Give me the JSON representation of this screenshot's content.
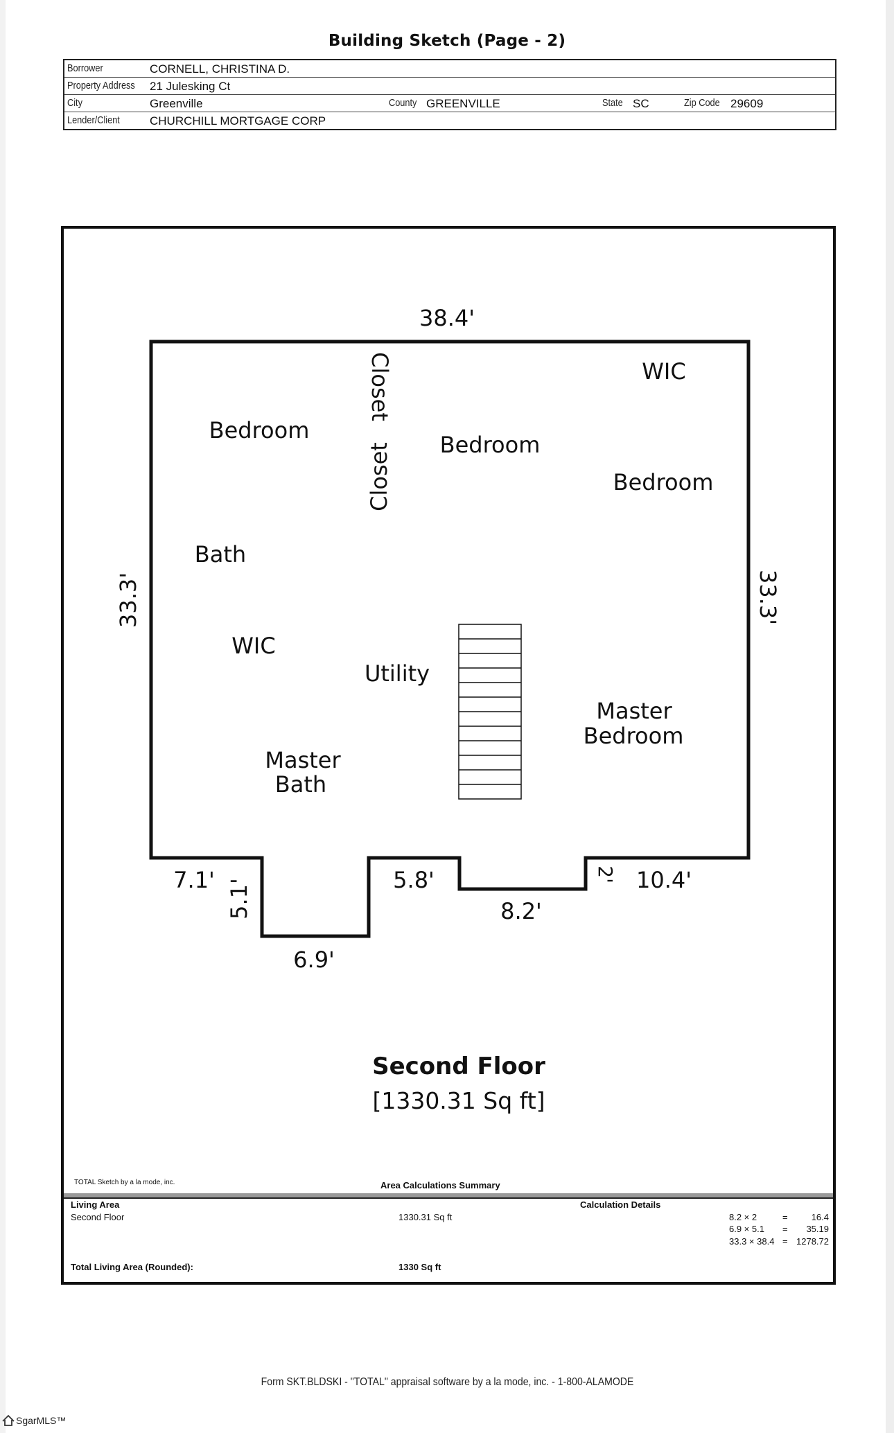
{
  "doc": {
    "title": "Building Sketch (Page - 2)"
  },
  "info": {
    "borrower_label": "Borrower",
    "borrower": "CORNELL, CHRISTINA D.",
    "address_label": "Property Address",
    "address": "21 Julesking Ct",
    "city_label": "City",
    "city": "Greenville",
    "county_label": "County",
    "county": "GREENVILLE",
    "state_label": "State",
    "state": "SC",
    "zip_label": "Zip Code",
    "zip": "29609",
    "lender_label": "Lender/Client",
    "lender": "CHURCHILL MORTGAGE CORP"
  },
  "sketch": {
    "dims": {
      "top": "38.4'",
      "left": "33.3'",
      "right": "33.3'",
      "d1": "7.1'",
      "d2": "5.1'",
      "d3": "6.9'",
      "d4": "5.8'",
      "d5": "8.2'",
      "d6": "2'",
      "d7": "10.4'"
    },
    "rooms": {
      "bedroom1": "Bedroom",
      "closet_top": "Closet",
      "closet_bottom": "Closet",
      "bedroom2": "Bedroom",
      "wic1": "WIC",
      "bedroom3": "Bedroom",
      "bath": "Bath",
      "wic2": "WIC",
      "utility": "Utility",
      "master_bedroom_1": "Master",
      "master_bedroom_2": "Bedroom",
      "master_bath_1": "Master",
      "master_bath_2": "Bath"
    },
    "floor_title": "Second Floor",
    "floor_area": "[1330.31 Sq ft]"
  },
  "summary": {
    "credit": "TOTAL Sketch by a la mode, inc.",
    "title": "Area Calculations Summary",
    "living_area_header": "Living Area",
    "calc_details_header": "Calculation Details",
    "row_name": "Second Floor",
    "row_area": "1330.31 Sq ft",
    "calcs": [
      {
        "expr": "8.2 × 2",
        "eq": "=",
        "result": "16.4"
      },
      {
        "expr": "6.9 × 5.1",
        "eq": "=",
        "result": "35.19"
      },
      {
        "expr": "33.3 × 38.4",
        "eq": "=",
        "result": "1278.72"
      }
    ],
    "total_label": "Total Living Area (Rounded):",
    "total_value": "1330 Sq ft"
  },
  "footer": {
    "form": "Form SKT.BLDSKI - \"TOTAL\" appraisal software by a la mode, inc. - 1-800-ALAMODE",
    "mls": "SgarMLS™"
  }
}
